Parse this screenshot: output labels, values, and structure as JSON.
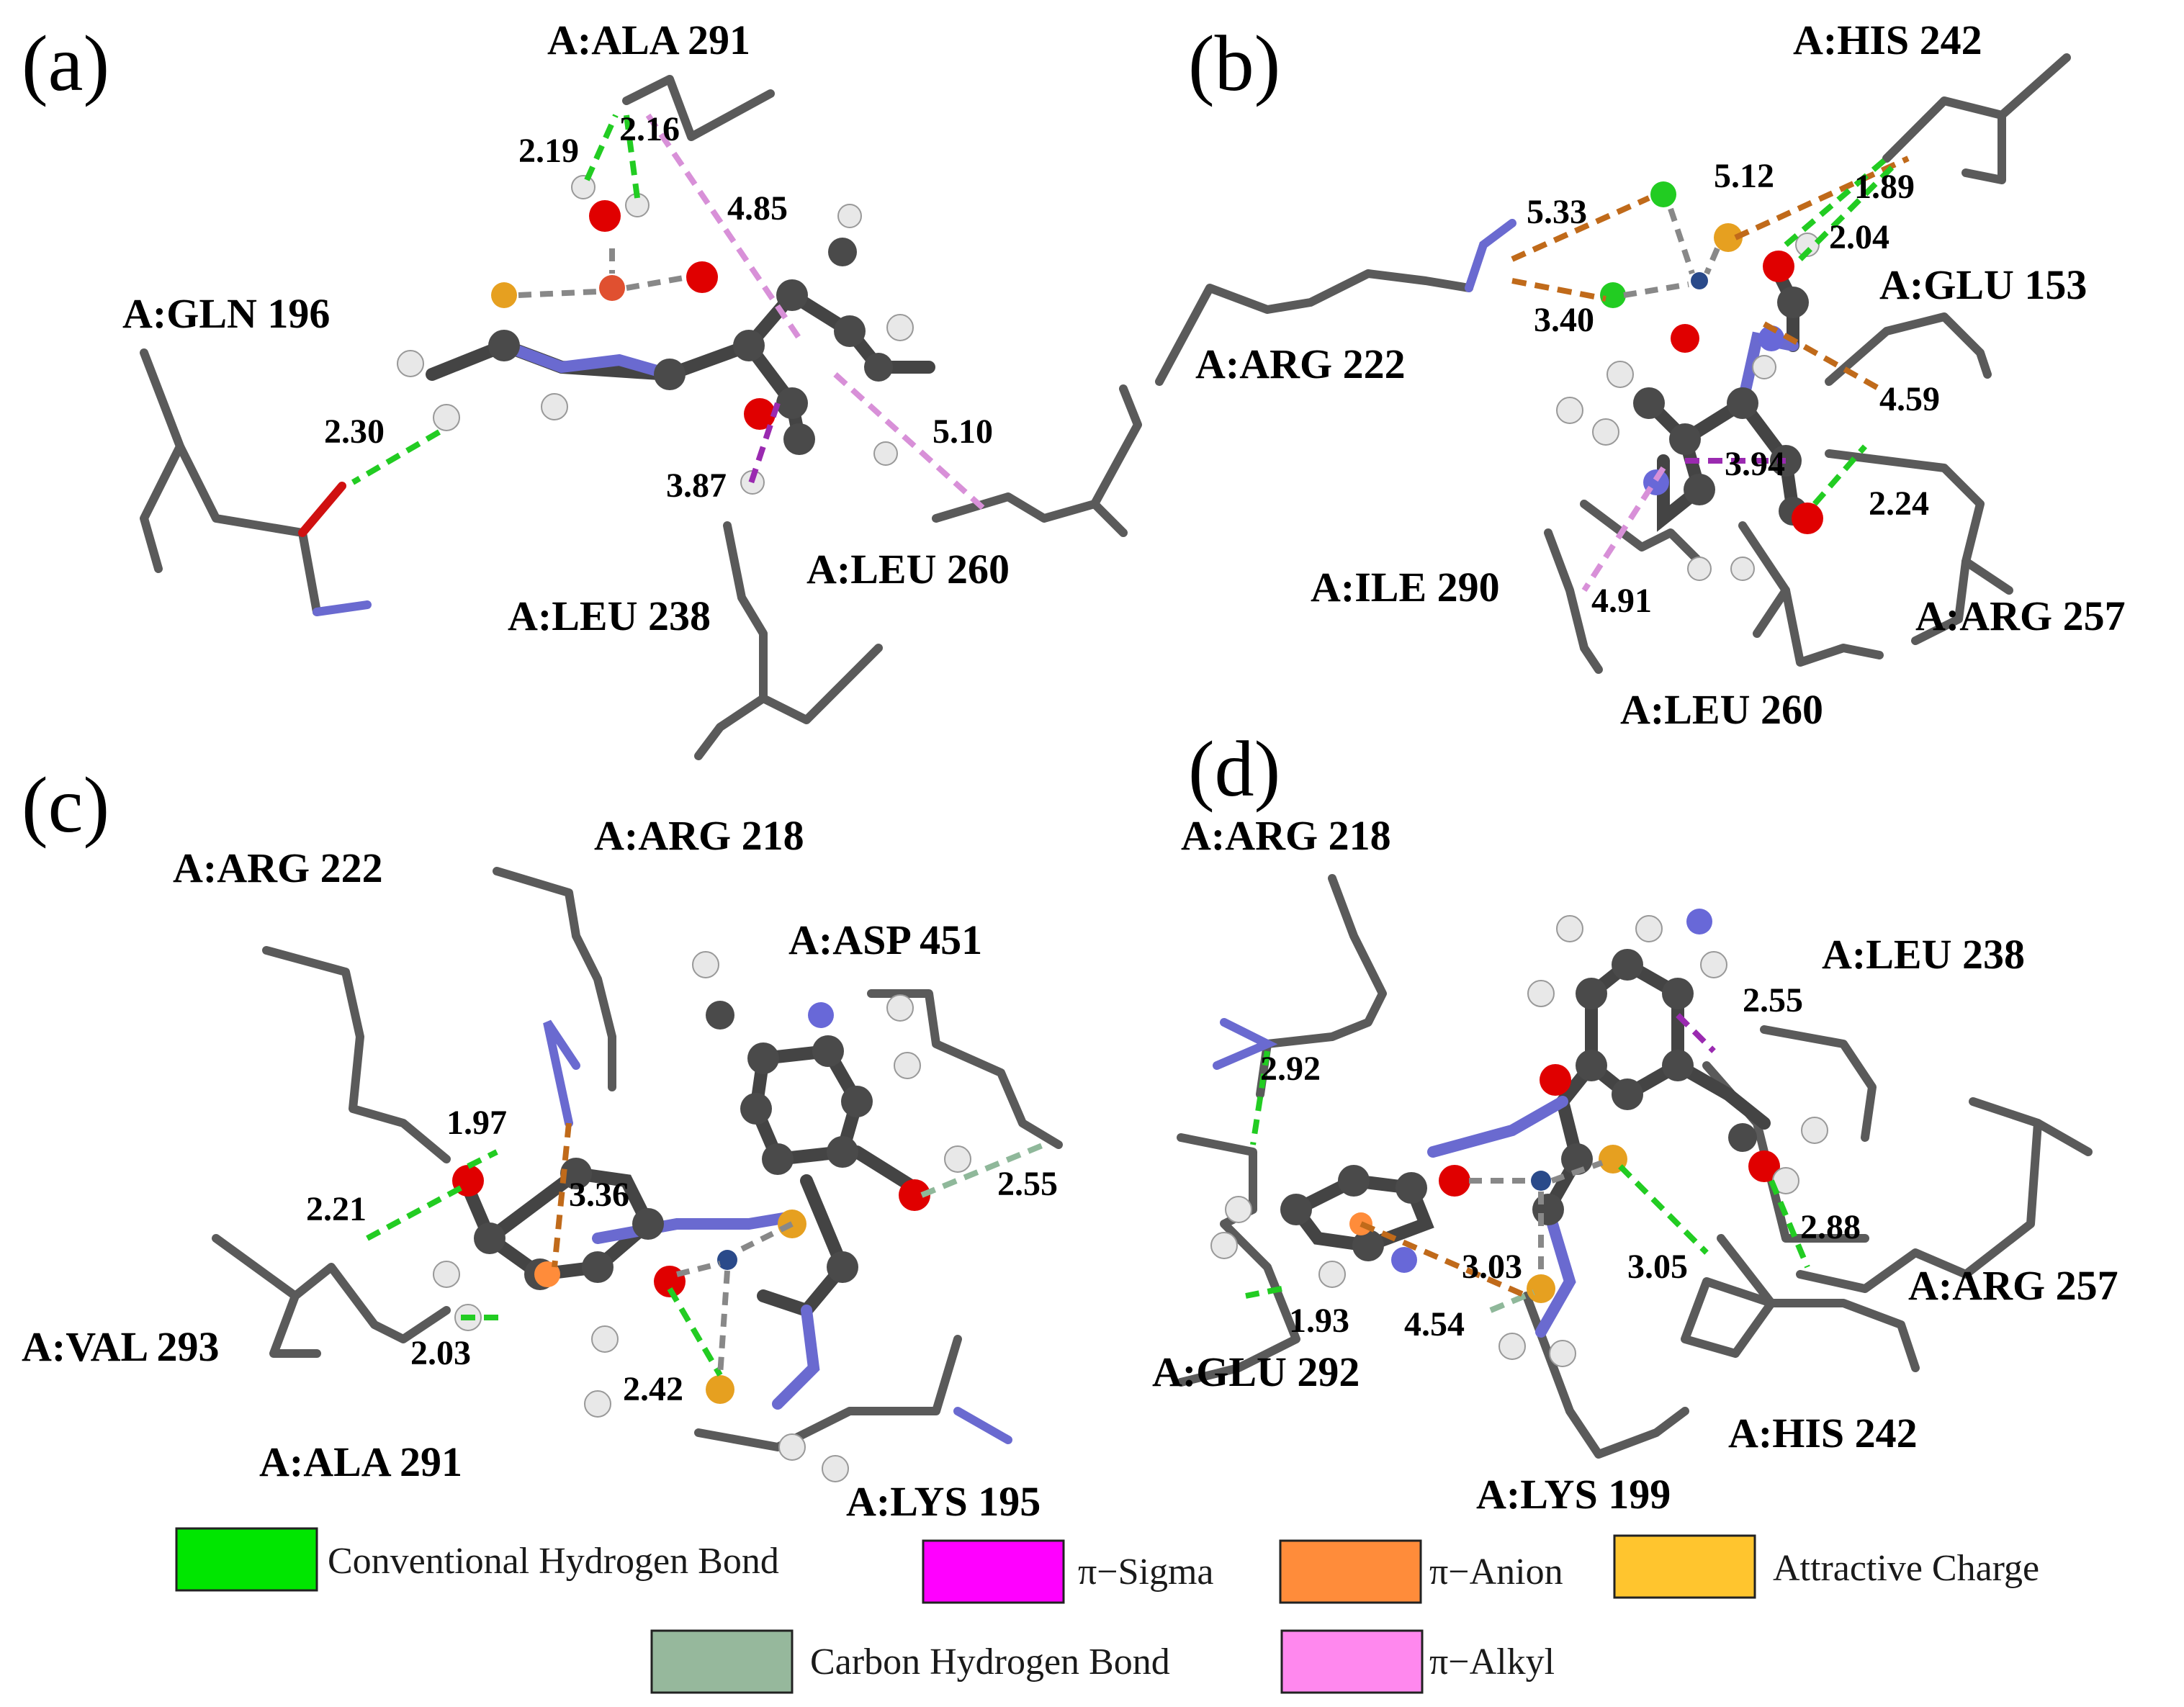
{
  "panels": [
    {
      "label": "(a)",
      "residues": [
        "A:ALA 291",
        "A:GLN 196",
        "A:LEU 238",
        "A:LEU 260"
      ],
      "distances": [
        "2.19",
        "2.16",
        "4.85",
        "2.30",
        "3.87",
        "5.10"
      ]
    },
    {
      "label": "(b)",
      "residues": [
        "A:HIS 242",
        "A:GLU 153",
        "A:ARG 222",
        "A:ILE 290",
        "A:ARG 257",
        "A:LEU 260"
      ],
      "distances": [
        "5.12",
        "1.89",
        "5.33",
        "2.04",
        "3.40",
        "4.59",
        "3.94",
        "2.24",
        "4.91"
      ]
    },
    {
      "label": "(c)",
      "residues": [
        "A:ARG 222",
        "A:ARG 218",
        "A:ASP 451",
        "A:VAL 293",
        "A:ALA 291",
        "A:LYS 195"
      ],
      "distances": [
        "1.97",
        "3.36",
        "2.55",
        "2.21",
        "2.03",
        "2.42"
      ]
    },
    {
      "label": "(d)",
      "residues": [
        "A:ARG 218",
        "A:LEU 238",
        "A:ARG 257",
        "A:GLU 292",
        "A:HIS 242",
        "A:LYS 199"
      ],
      "distances": [
        "2.55",
        "2.92",
        "2.88",
        "3.03",
        "3.05",
        "1.93",
        "4.54"
      ]
    }
  ],
  "legend": [
    {
      "label": "Conventional Hydrogen Bond",
      "color": "#00e600"
    },
    {
      "label": "π−Sigma",
      "color": "#ff00ff"
    },
    {
      "label": "π−Anion",
      "color": "#ff8c3a"
    },
    {
      "label": "Attractive Charge",
      "color": "#ffc52e"
    },
    {
      "label": "Carbon Hydrogen Bond",
      "color": "#96b89c"
    },
    {
      "label": "π−Alkyl",
      "color": "#ff88ee"
    }
  ],
  "atom_colors": {
    "carbon": "#4a4a4a",
    "hydrogen": "#e8e8e8",
    "oxygen": "#e00000",
    "nitrogen": "#6868d8",
    "sulfur": "#e6a020",
    "chlorine": "#22cc22",
    "metal": "#2a4a8a"
  }
}
